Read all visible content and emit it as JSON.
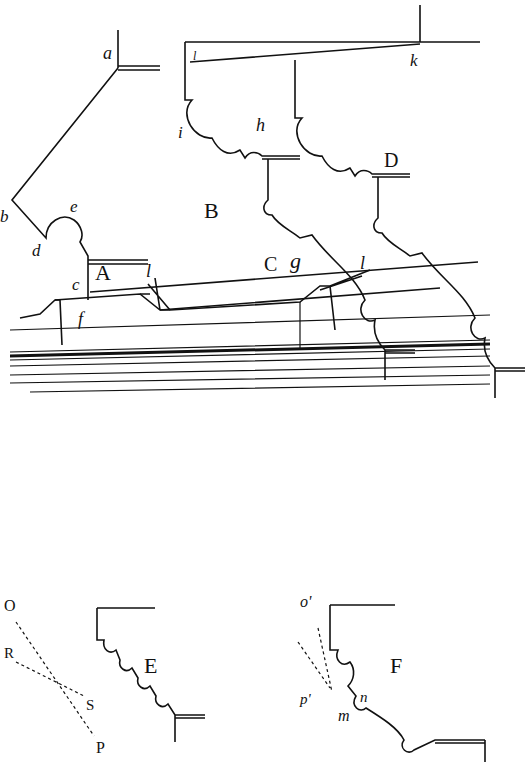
{
  "diagram": {
    "labels": [
      "a",
      "A",
      "b",
      "e",
      "d",
      "c",
      "f",
      "l",
      "k",
      "i",
      "h",
      "B",
      "D",
      "g",
      "l",
      "C",
      "l",
      "E",
      "O",
      "R",
      "S",
      "P",
      "o'",
      "F",
      "p'",
      "n",
      "m"
    ]
  }
}
